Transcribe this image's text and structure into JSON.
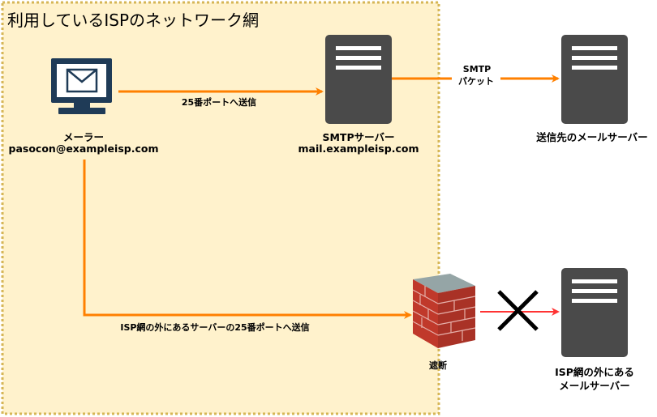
{
  "network": {
    "title": "利用しているISPのネットワーク網",
    "fill": "#fff2cc",
    "border": "#d6b656"
  },
  "colors": {
    "arrow": "#ff8000",
    "blocked_arrow": "#ff3333",
    "server_body": "#4a4a4a",
    "monitor": "#1f3b57",
    "firewall_brick": "#c0392b",
    "firewall_top": "#7f8c8d",
    "cross": "#000000"
  },
  "nodes": {
    "mailer": {
      "name": "メーラー",
      "address": "pasocon@exampleisp.com",
      "icon": "computer-mail-icon"
    },
    "smtp_server": {
      "name": "SMTPサーバー",
      "host": "mail.exampleisp.com",
      "icon": "server-icon"
    },
    "destination_server": {
      "name": "送信先のメールサーバー",
      "icon": "server-icon"
    },
    "firewall": {
      "name": "遮断",
      "icon": "firewall-icon"
    },
    "outside_server": {
      "line1": "ISP網の外にある",
      "line2": "メールサーバー",
      "icon": "server-icon"
    }
  },
  "edges": {
    "mailer_to_smtp": "25番ポートへ送信",
    "smtp_to_dest_line1": "SMTP",
    "smtp_to_dest_line2": "パケット",
    "mailer_to_firewall": "ISP網の外にあるサーバーの25番ポートへ送信"
  }
}
